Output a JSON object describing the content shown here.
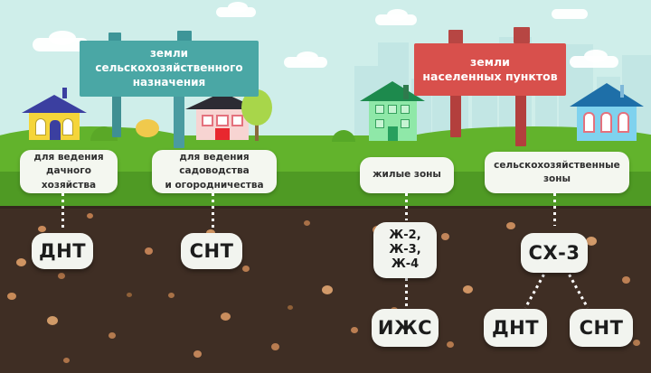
{
  "theme": {
    "sky": "#cfeeea",
    "skyline": "#c2e6e4",
    "grass_top": "#62b32c",
    "grass_bottom": "#4f9a24",
    "soil": "#3f2e24",
    "board_teal": "#4aa7a5",
    "board_teal_post": "#3f8f92",
    "board_red": "#d8504c",
    "board_red_post": "#b33f3d",
    "box_white": "#f4f7f0",
    "pill_white": "#f2f4ef",
    "text_dark": "#1c1c1c",
    "text_light": "#ffffff"
  },
  "banners": {
    "agricultural": {
      "label": "земли\nсельскохозяйственного\nназначения",
      "line1": "земли",
      "line2": "сельскохозяйственного",
      "line3": "назначения",
      "color": "#4aa7a5"
    },
    "settlement": {
      "label": "земли\nнаселенных пунктов",
      "line1": "земли",
      "line2": "населенных пунктов",
      "color": "#d8504c"
    }
  },
  "categories": [
    {
      "id": "dacha",
      "line1": "для ведения",
      "line2": "дачного",
      "line3": "хозяйства"
    },
    {
      "id": "sadovodstvo",
      "line1": "для ведения",
      "line2": "садоводства",
      "line3": "и огородничества"
    },
    {
      "id": "zhilye",
      "line1": "жилые зоны",
      "line2": "",
      "line3": ""
    },
    {
      "id": "selhoz",
      "line1": "сельскохозяйственные",
      "line2": "зоны",
      "line3": ""
    }
  ],
  "pills": {
    "dnt_left": {
      "text": "ДНТ"
    },
    "snt_left": {
      "text": "СНТ"
    },
    "zh_zones": {
      "line1": "Ж-2,",
      "line2": "Ж-3,",
      "line3": "Ж-4"
    },
    "sh3": {
      "text": "СХ-3"
    },
    "izhs": {
      "text": "ИЖС"
    },
    "dnt_right": {
      "text": "ДНТ"
    },
    "snt_right": {
      "text": "СНТ"
    }
  },
  "scenery": {
    "house_yellow": "yellow-house-icon",
    "house_pink": "pink-house-icon",
    "house_green": "green-house-icon",
    "house_blue": "blue-house-icon",
    "tree": "tree-icon",
    "bush": "bush-icon",
    "clouds": "cloud-icon"
  }
}
